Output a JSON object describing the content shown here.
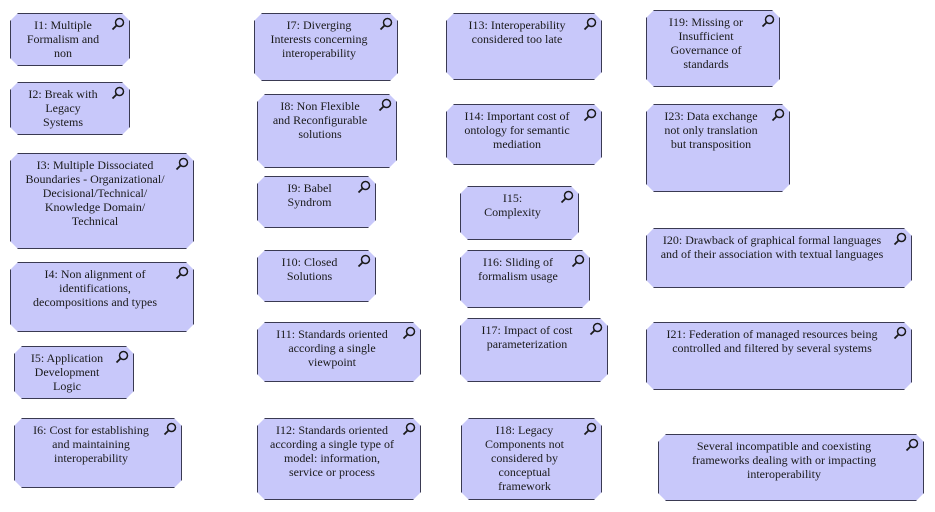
{
  "issues": [
    {
      "id": "I1",
      "text": "I1: Multiple\nFormalism and\nnon"
    },
    {
      "id": "I2",
      "text": "I2: Break with\nLegacy\nSystems"
    },
    {
      "id": "I3",
      "text": "I3: Multiple Dissociated\nBoundaries - Organizational/\nDecisional/Technical/\nKnowledge Domain/\nTechnical"
    },
    {
      "id": "I4",
      "text": "I4: Non alignment of\nidentifications,\ndecompositions and types"
    },
    {
      "id": "I5",
      "text": "I5: Application\nDevelopment\nLogic"
    },
    {
      "id": "I6",
      "text": "I6: Cost for establishing\nand maintaining\ninteroperability"
    },
    {
      "id": "I7",
      "text": "I7: Diverging\nInterests concerning\ninteroperability"
    },
    {
      "id": "I8",
      "text": "I8: Non Flexible\nand Reconfigurable\nsolutions"
    },
    {
      "id": "I9",
      "text": "I9: Babel\nSyndrom"
    },
    {
      "id": "I10",
      "text": "I10: Closed\nSolutions"
    },
    {
      "id": "I11",
      "text": "I11: Standards oriented\naccording a single\nviewpoint"
    },
    {
      "id": "I12",
      "text": "I12: Standards oriented\naccording a single type of\nmodel: information,\nservice or process"
    },
    {
      "id": "I13",
      "text": "I13: Interoperability\nconsidered too late"
    },
    {
      "id": "I14",
      "text": "I14: Important cost of\nontology for semantic\nmediation"
    },
    {
      "id": "I15",
      "text": "I15:\nComplexity"
    },
    {
      "id": "I16",
      "text": "I16: Sliding of\nformalism usage"
    },
    {
      "id": "I17",
      "text": "I17: Impact of cost\nparameterization"
    },
    {
      "id": "I18",
      "text": "I18: Legacy\nComponents not\nconsidered by\nconceptual\nframework"
    },
    {
      "id": "I19",
      "text": "I19: Missing or\nInsufficient\nGovernance of\nstandards"
    },
    {
      "id": "I23",
      "text": "I23: Data exchange\nnot only translation\nbut transposition"
    },
    {
      "id": "I20",
      "text": "I20: Drawback of graphical formal languages\nand of their association with textual languages"
    },
    {
      "id": "I21",
      "text": "I21: Federation of managed resources being\ncontrolled and filtered by several systems"
    },
    {
      "id": "extra",
      "text": "Several incompatible and coexisting\nframeworks dealing with or impacting\ninteroperability"
    }
  ],
  "colors": {
    "fill": "#c8c8fa",
    "border": "#3a3a52"
  },
  "icon": "magnifier-icon"
}
